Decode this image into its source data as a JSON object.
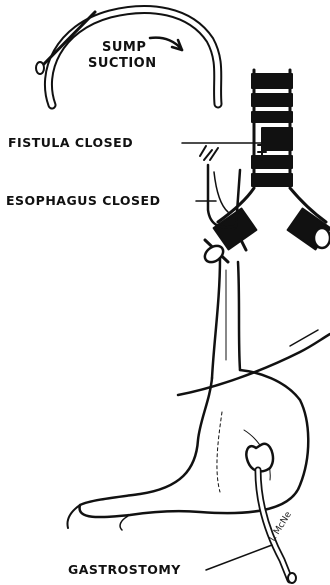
{
  "labels": {
    "sump_line1": "SUMP",
    "sump_line2": "SUCTION",
    "fistula": "FISTULA CLOSED",
    "esophagus": "ESOPHAGUS CLOSED",
    "gastrostomy": "GASTROSTOMY"
  },
  "signature": "L McNe",
  "colors": {
    "ink": "#111111",
    "background": "#ffffff"
  }
}
